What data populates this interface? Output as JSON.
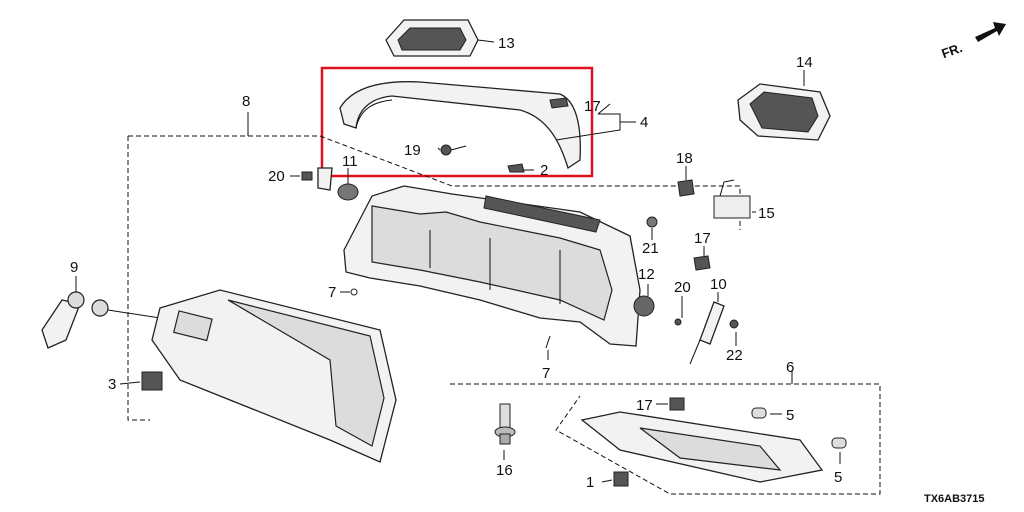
{
  "diagram": {
    "direction_label": "FR.",
    "code": "TX6AB3715",
    "callouts": [
      "1",
      "2",
      "3",
      "4",
      "5",
      "5",
      "6",
      "7",
      "7",
      "8",
      "9",
      "10",
      "11",
      "12",
      "13",
      "14",
      "15",
      "16",
      "17",
      "17",
      "17",
      "18",
      "19",
      "20",
      "20",
      "21",
      "22"
    ],
    "highlight_color": "#e0101e"
  }
}
